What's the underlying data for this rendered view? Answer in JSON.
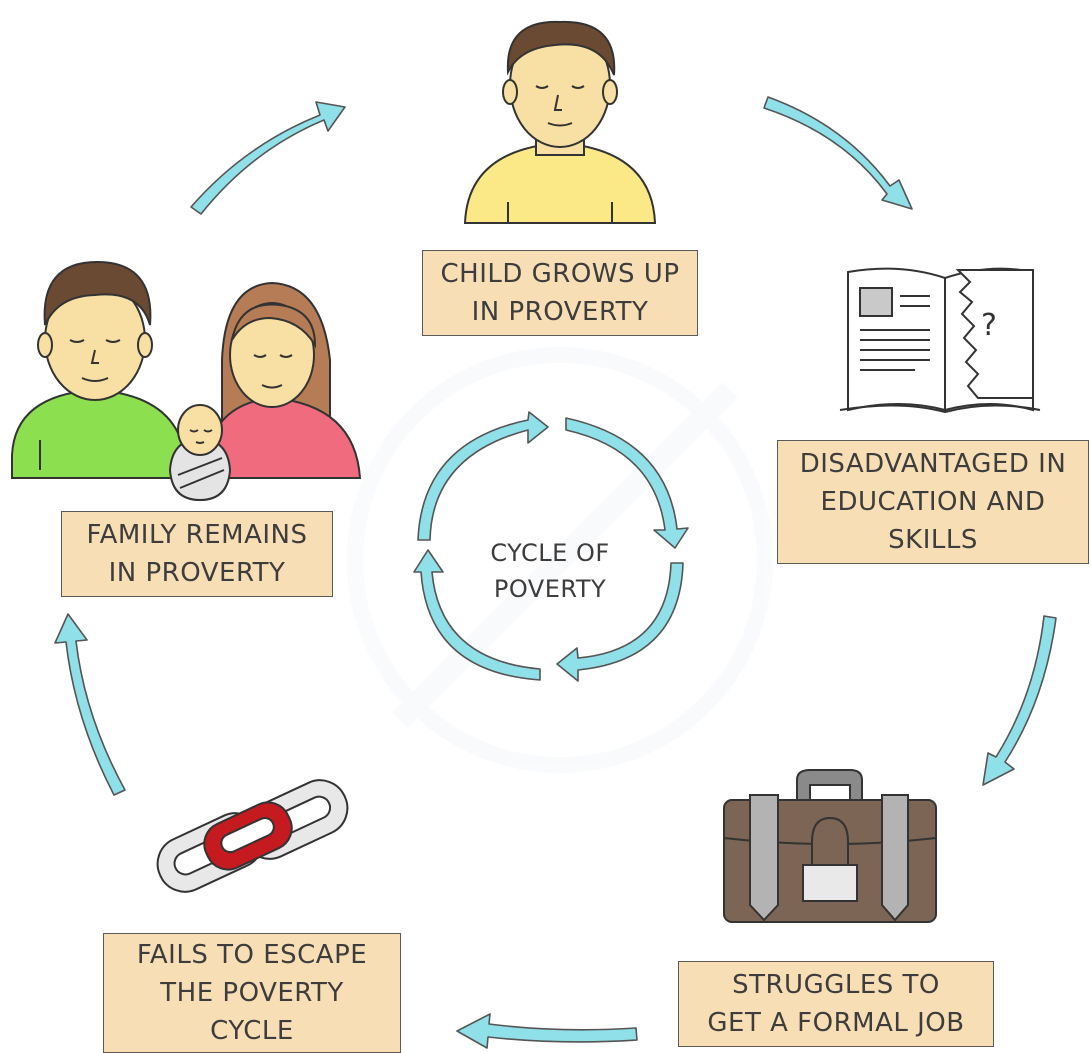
{
  "diagram": {
    "center_title": [
      "CYCLE OF",
      "POVERTY"
    ],
    "stages": [
      {
        "id": "child",
        "lines": [
          "CHILD GROWS UP",
          "IN PROVERTY"
        ],
        "icon": "child-icon"
      },
      {
        "id": "education",
        "lines": [
          "DISADVANTAGED IN",
          "EDUCATION AND",
          "SKILLS"
        ],
        "icon": "book-icon"
      },
      {
        "id": "job",
        "lines": [
          "STRUGGLES TO",
          "GET A FORMAL JOB"
        ],
        "icon": "briefcase-icon"
      },
      {
        "id": "escape",
        "lines": [
          "FAILS TO ESCAPE",
          "THE POVERTY",
          "CYCLE"
        ],
        "icon": "broken-chain-icon"
      },
      {
        "id": "family",
        "lines": [
          "FAMILY REMAINS",
          "IN PROVERTY"
        ],
        "icon": "family-icon"
      }
    ]
  },
  "colors": {
    "arrow": "#8fe0e8",
    "label_bg": "#f8deb5",
    "skin": "#f8dfa3",
    "hair": "#6b4a34",
    "child_shirt": "#fbe887",
    "father_shirt": "#8ce04f",
    "mother_shirt": "#ef6b7d",
    "mother_hair": "#b57c56",
    "briefcase": "#7c6554",
    "chain_red": "#c41a20"
  }
}
